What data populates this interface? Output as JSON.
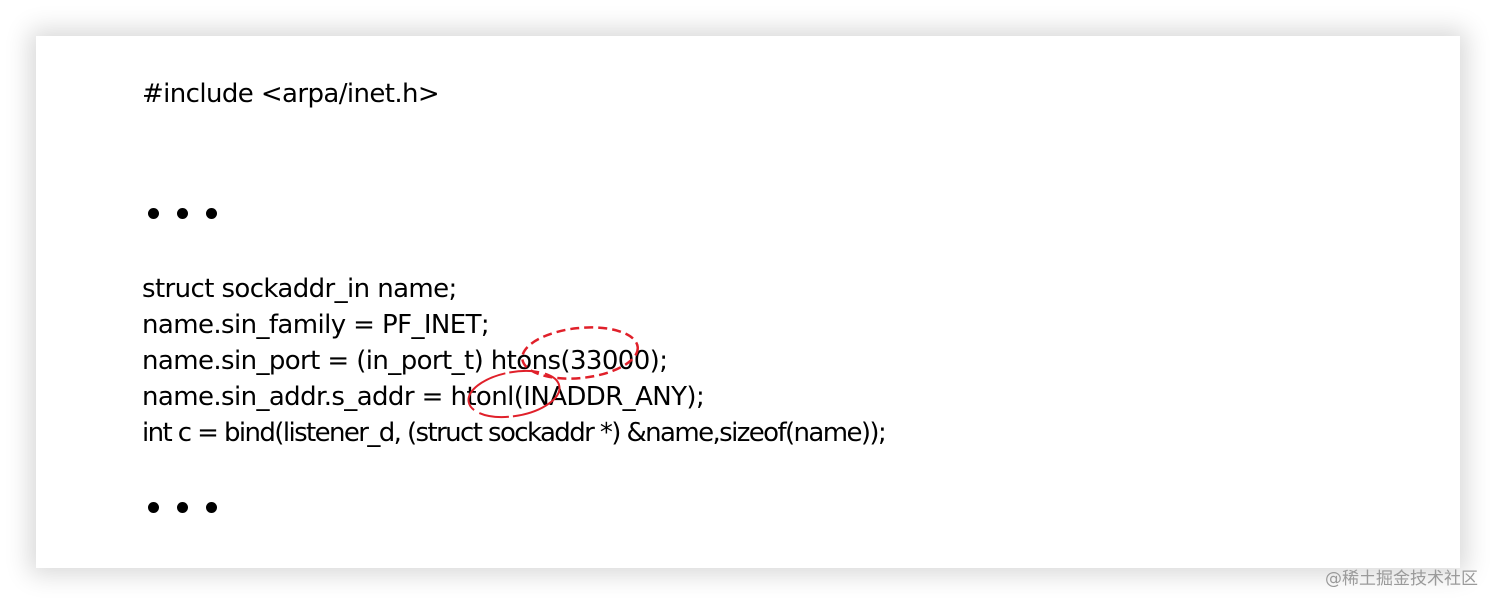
{
  "code": {
    "include": "#include <arpa/inet.h>",
    "ellipsis_top": "...",
    "lines": [
      "struct sockaddr_in name;",
      "name.sin_family = PF_INET;",
      "name.sin_port = (in_port_t) htons(33000);",
      "name.sin_addr.s_addr = htonl(INADDR_ANY);",
      "int c = bind(listener_d, (struct sockaddr *) &name,sizeof(name));"
    ],
    "ellipsis_bottom": "..."
  },
  "annotations": {
    "circles": [
      "htons",
      "htonl"
    ],
    "color": "#e0202a"
  },
  "watermark": "@稀土掘金技术社区"
}
